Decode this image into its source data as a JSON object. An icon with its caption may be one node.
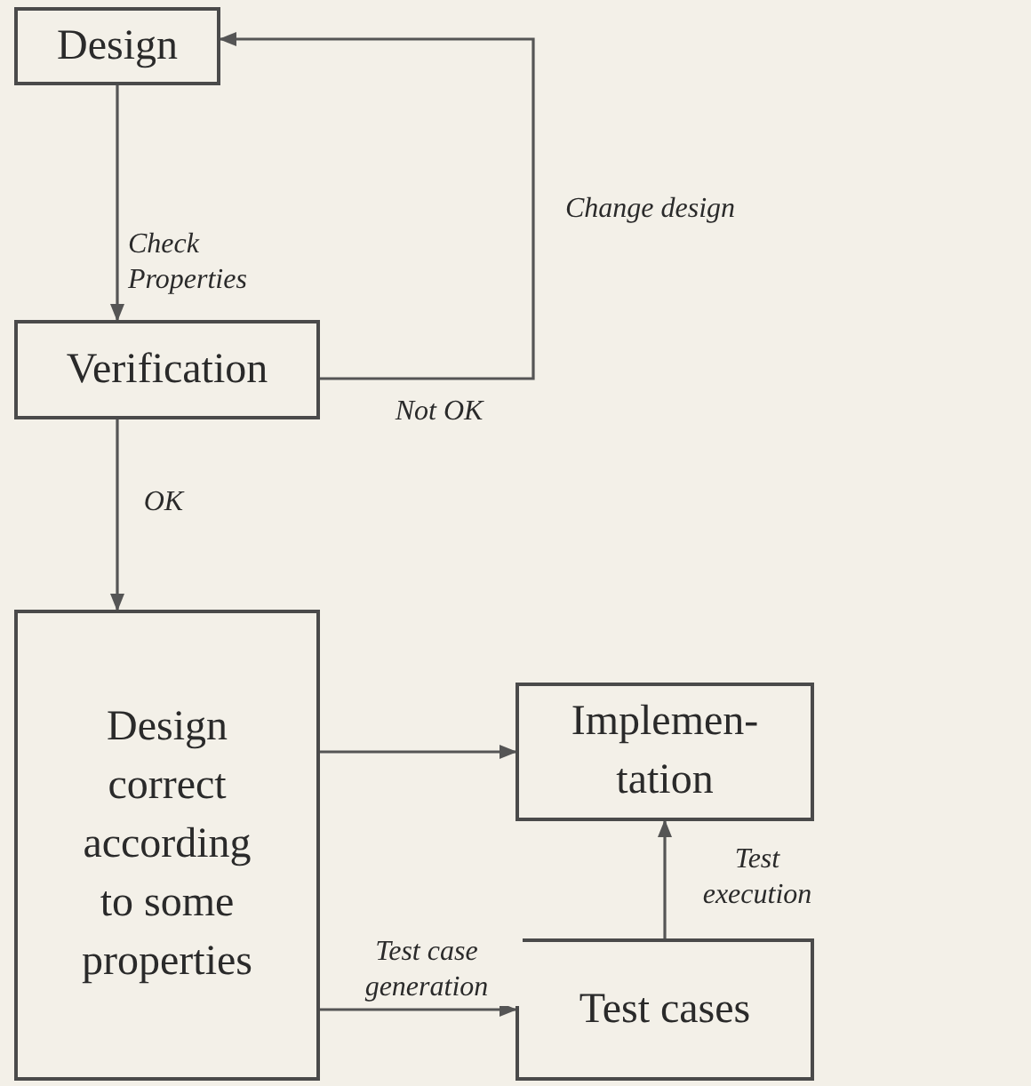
{
  "diagram": {
    "nodes": [
      {
        "text": [
          "Design"
        ]
      },
      {
        "text": [
          "Verification"
        ]
      },
      {
        "text": [
          "Design correct according to some properties"
        ]
      },
      {
        "text": [
          "Implemen- tation"
        ]
      },
      {
        "text": [
          "Test cases"
        ]
      }
    ],
    "edges": [
      {
        "from": 0,
        "to": 1,
        "arrow": "to",
        "label": "Check Properties"
      },
      {
        "from": 1,
        "to": 0,
        "arrow": "to",
        "label": "Not OK"
      },
      {
        "from": 1,
        "to": 2,
        "arrow": "to",
        "label": "OK"
      },
      {
        "from": 2,
        "to": 3,
        "arrow": "to"
      },
      {
        "from": 2,
        "to": 4,
        "arrow": "to",
        "label": "Test case generation"
      },
      {
        "from": 4,
        "to": 3,
        "arrow": "to",
        "label": "Test execution"
      }
    ],
    "labels": [
      "Change design"
    ]
  }
}
